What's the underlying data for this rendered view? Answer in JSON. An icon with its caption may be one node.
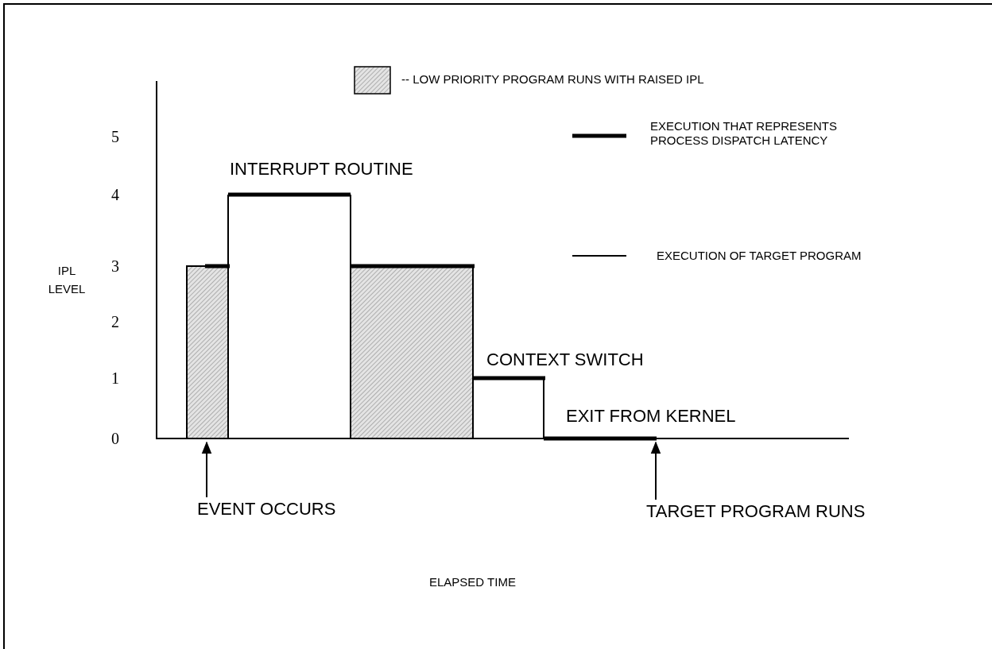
{
  "diagram": {
    "nodes": [
      {
        "text": [
          "EVENT OCCURS"
        ]
      },
      {
        "text": [
          "TARGET PROGRAM RUNS"
        ]
      }
    ],
    "edges": [
      {
        "from": 0,
        "to": null,
        "arrow": "to"
      },
      {
        "from": 1,
        "to": null,
        "arrow": "to"
      }
    ],
    "labels": [
      "5",
      "INTERRUPT ROUTINE",
      "4",
      "IPL LEVEL",
      "3",
      "2",
      "CONTEXT SWITCH",
      "1",
      "EXIT FROM KERNEL",
      "0",
      "ELAPSED TIME"
    ],
    "legend": [
      {
        "text": "-- LOW PRIORITY PROGRAM RUNS WITH RAISED IPL"
      },
      {
        "text": "EXECUTION THAT REPRESENTS PROCESS DISPATCH LATENCY"
      },
      {
        "text": "EXECUTION OF TARGET PROGRAM"
      }
    ]
  }
}
